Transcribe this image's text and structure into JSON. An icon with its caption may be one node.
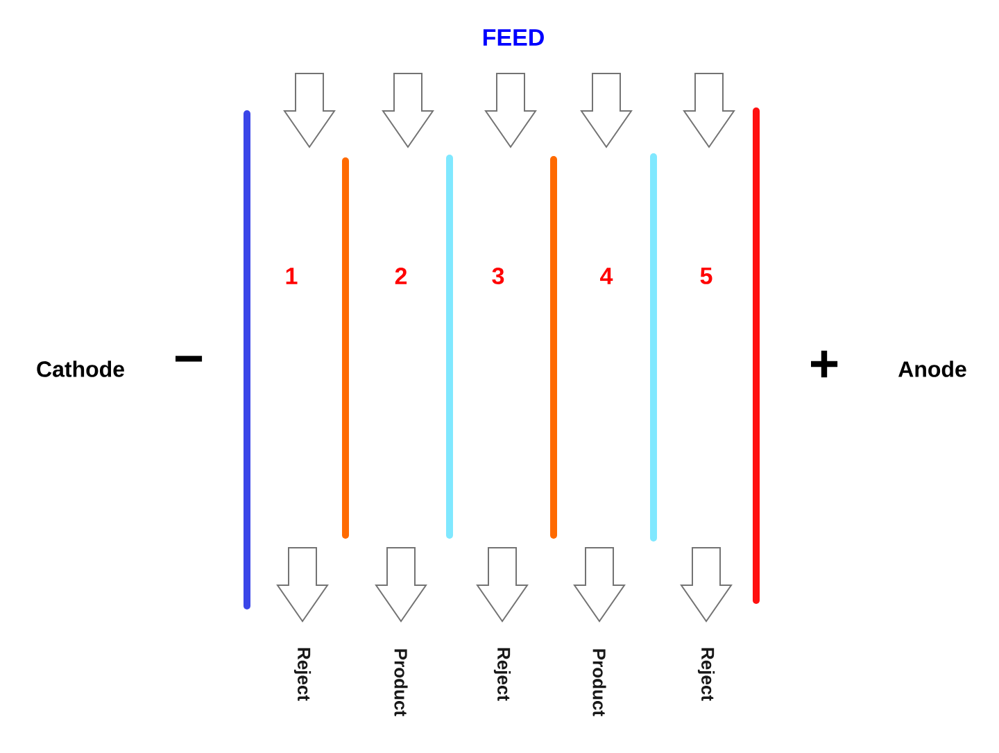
{
  "diagram": {
    "labels": [
      "FEED",
      "1",
      "2",
      "3",
      "4",
      "5",
      "Cathode",
      "−",
      "+",
      "Anode",
      "Reject",
      "Product",
      "Reject",
      "Product",
      "Reject"
    ]
  }
}
